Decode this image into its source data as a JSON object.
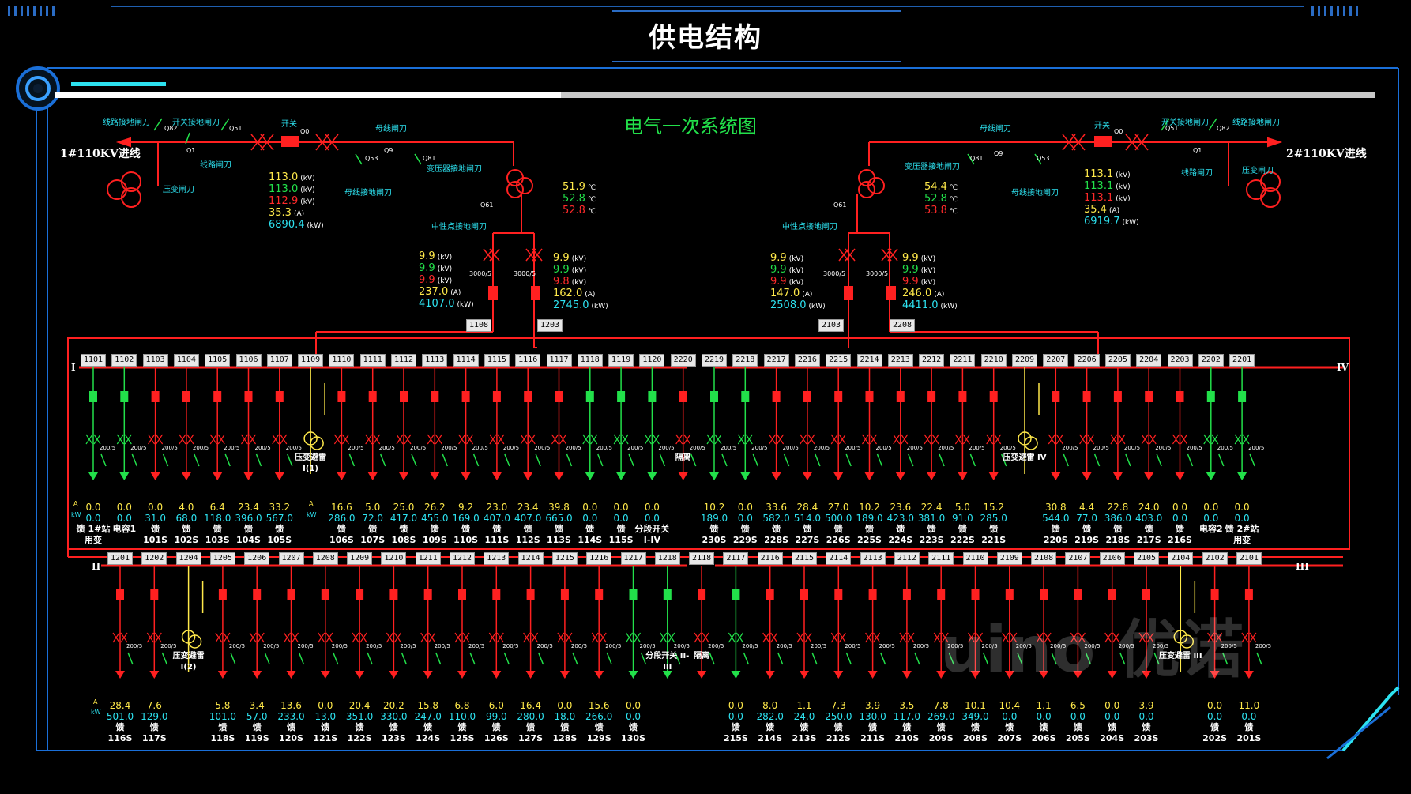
{
  "header": {
    "title": "供电结构",
    "diagram_title": "电气一次系统图"
  },
  "incoming": [
    {
      "name": "1#110KV进线",
      "labels": [
        "线路接地闸刀",
        "开关接地闸刀",
        "开关",
        "母线闸刀",
        "线路闸刀",
        "压变闸刀",
        "母线接地闸刀",
        "变压器接地闸刀",
        "中性点接地闸刀"
      ],
      "codes": [
        "Q82",
        "Q51",
        "Q0",
        "Q1",
        "Q9",
        "Q53",
        "Q81",
        "Q61"
      ],
      "readings_hv": [
        {
          "v": "113.0",
          "u": "(kV)",
          "c": "#ffe94a"
        },
        {
          "v": "113.0",
          "u": "(kV)",
          "c": "#22e04a"
        },
        {
          "v": "112.9",
          "u": "(kV)",
          "c": "#ff2a2a"
        },
        {
          "v": "35.3",
          "u": "(A)",
          "c": "#ffe94a"
        },
        {
          "v": "6890.4",
          "u": "(kW)",
          "c": "#2de2f0"
        }
      ],
      "temps": [
        {
          "v": "51.9",
          "u": "℃",
          "c": "#ffe94a"
        },
        {
          "v": "52.8",
          "u": "℃",
          "c": "#22e04a"
        },
        {
          "v": "52.8",
          "u": "℃",
          "c": "#ff2a2a"
        }
      ],
      "lv_left": [
        {
          "v": "9.9",
          "u": "(kV)",
          "c": "#ffe94a"
        },
        {
          "v": "9.9",
          "u": "(kV)",
          "c": "#22e04a"
        },
        {
          "v": "9.9",
          "u": "(kV)",
          "c": "#ff2a2a"
        },
        {
          "v": "237.0",
          "u": "(A)",
          "c": "#ffe94a"
        },
        {
          "v": "4107.0",
          "u": "(kW)",
          "c": "#2de2f0"
        }
      ],
      "lv_right": [
        {
          "v": "9.9",
          "u": "(kV)",
          "c": "#ffe94a"
        },
        {
          "v": "9.9",
          "u": "(kV)",
          "c": "#22e04a"
        },
        {
          "v": "9.8",
          "u": "(kV)",
          "c": "#ff2a2a"
        },
        {
          "v": "162.0",
          "u": "(A)",
          "c": "#ffe94a"
        },
        {
          "v": "2745.0",
          "u": "(kW)",
          "c": "#2de2f0"
        }
      ],
      "ct": "3000/5",
      "bus_ties": [
        "1108",
        "1203"
      ]
    },
    {
      "name": "2#110KV进线",
      "labels": [
        "线路接地闸刀",
        "开关接地闸刀",
        "开关",
        "母线闸刀",
        "线路闸刀",
        "压变闸刀",
        "母线接地闸刀",
        "变压器接地闸刀",
        "中性点接地闸刀"
      ],
      "codes": [
        "Q82",
        "Q51",
        "Q0",
        "Q1",
        "Q9",
        "Q53",
        "Q81",
        "Q61"
      ],
      "readings_hv": [
        {
          "v": "113.1",
          "u": "(kV)",
          "c": "#ffe94a"
        },
        {
          "v": "113.1",
          "u": "(kV)",
          "c": "#22e04a"
        },
        {
          "v": "113.1",
          "u": "(kV)",
          "c": "#ff2a2a"
        },
        {
          "v": "35.4",
          "u": "(A)",
          "c": "#ffe94a"
        },
        {
          "v": "6919.7",
          "u": "(kW)",
          "c": "#2de2f0"
        }
      ],
      "temps": [
        {
          "v": "54.4",
          "u": "℃",
          "c": "#ffe94a"
        },
        {
          "v": "52.8",
          "u": "℃",
          "c": "#22e04a"
        },
        {
          "v": "53.8",
          "u": "℃",
          "c": "#ff2a2a"
        }
      ],
      "lv_left": [
        {
          "v": "9.9",
          "u": "(kV)",
          "c": "#ffe94a"
        },
        {
          "v": "9.9",
          "u": "(kV)",
          "c": "#22e04a"
        },
        {
          "v": "9.9",
          "u": "(kV)",
          "c": "#ff2a2a"
        },
        {
          "v": "147.0",
          "u": "(A)",
          "c": "#ffe94a"
        },
        {
          "v": "2508.0",
          "u": "(kW)",
          "c": "#2de2f0"
        }
      ],
      "lv_right": [
        {
          "v": "9.9",
          "u": "(kV)",
          "c": "#ffe94a"
        },
        {
          "v": "9.9",
          "u": "(kV)",
          "c": "#22e04a"
        },
        {
          "v": "9.9",
          "u": "(kV)",
          "c": "#ff2a2a"
        },
        {
          "v": "246.0",
          "u": "(A)",
          "c": "#ffe94a"
        },
        {
          "v": "4411.0",
          "u": "(kW)",
          "c": "#2de2f0"
        }
      ],
      "ct": "3000/5",
      "bus_ties": [
        "2103",
        "2208"
      ]
    }
  ],
  "bus_labels": {
    "I": "I",
    "II": "II",
    "III": "III",
    "IV": "IV",
    "unit_a": "A",
    "unit_kw": "kW"
  },
  "top_row": [
    {
      "id": "1101",
      "a": "0.0",
      "p": "0.0",
      "name": "1#站用变",
      "c": "g"
    },
    {
      "id": "1102",
      "a": "0.0",
      "p": "0.0",
      "name": "电容1",
      "c": "g"
    },
    {
      "id": "1103",
      "a": "0.0",
      "p": "31.0",
      "name": "101S",
      "c": "r"
    },
    {
      "id": "1104",
      "a": "4.0",
      "p": "68.0",
      "name": "102S",
      "c": "r"
    },
    {
      "id": "1105",
      "a": "6.4",
      "p": "118.0",
      "name": "103S",
      "c": "r"
    },
    {
      "id": "1106",
      "a": "23.4",
      "p": "396.0",
      "name": "104S",
      "c": "r"
    },
    {
      "id": "1107",
      "a": "33.2",
      "p": "567.0",
      "name": "105S",
      "c": "r"
    },
    {
      "id": "1109",
      "a": "",
      "p": "",
      "name": "压变避雷 I(1)",
      "c": "y"
    },
    {
      "id": "1110",
      "a": "16.6",
      "p": "286.0",
      "name": "106S",
      "c": "r"
    },
    {
      "id": "1111",
      "a": "5.0",
      "p": "72.0",
      "name": "107S",
      "c": "r"
    },
    {
      "id": "1112",
      "a": "25.0",
      "p": "417.0",
      "name": "108S",
      "c": "r"
    },
    {
      "id": "1113",
      "a": "26.2",
      "p": "455.0",
      "name": "109S",
      "c": "r"
    },
    {
      "id": "1114",
      "a": "9.2",
      "p": "169.0",
      "name": "110S",
      "c": "r"
    },
    {
      "id": "1115",
      "a": "23.0",
      "p": "407.0",
      "name": "111S",
      "c": "r"
    },
    {
      "id": "1116",
      "a": "23.4",
      "p": "407.0",
      "name": "112S",
      "c": "r"
    },
    {
      "id": "1117",
      "a": "39.8",
      "p": "665.0",
      "name": "113S",
      "c": "r"
    },
    {
      "id": "1118",
      "a": "0.0",
      "p": "0.0",
      "name": "114S",
      "c": "g"
    },
    {
      "id": "1119",
      "a": "0.0",
      "p": "0.0",
      "name": "115S",
      "c": "g"
    },
    {
      "id": "1120",
      "a": "0.0",
      "p": "0.0",
      "name": "分段开关 I-IV",
      "c": "g"
    },
    {
      "id": "2220",
      "a": "",
      "p": "",
      "name": "隔离",
      "c": "r"
    },
    {
      "id": "2219",
      "a": "10.2",
      "p": "189.0",
      "name": "230S",
      "c": "g"
    },
    {
      "id": "2218",
      "a": "0.0",
      "p": "0.0",
      "name": "229S",
      "c": "g"
    },
    {
      "id": "2217",
      "a": "33.6",
      "p": "582.0",
      "name": "228S",
      "c": "r"
    },
    {
      "id": "2216",
      "a": "28.4",
      "p": "514.0",
      "name": "227S",
      "c": "r"
    },
    {
      "id": "2215",
      "a": "27.0",
      "p": "500.0",
      "name": "226S",
      "c": "r"
    },
    {
      "id": "2214",
      "a": "10.2",
      "p": "189.0",
      "name": "225S",
      "c": "r"
    },
    {
      "id": "2213",
      "a": "23.6",
      "p": "423.0",
      "name": "224S",
      "c": "r"
    },
    {
      "id": "2212",
      "a": "22.4",
      "p": "381.0",
      "name": "223S",
      "c": "r"
    },
    {
      "id": "2211",
      "a": "5.0",
      "p": "91.0",
      "name": "222S",
      "c": "r"
    },
    {
      "id": "2210",
      "a": "15.2",
      "p": "285.0",
      "name": "221S",
      "c": "r"
    },
    {
      "id": "2209",
      "a": "",
      "p": "",
      "name": "压变避雷 IV",
      "c": "y"
    },
    {
      "id": "2207",
      "a": "30.8",
      "p": "544.0",
      "name": "220S",
      "c": "r"
    },
    {
      "id": "2206",
      "a": "4.4",
      "p": "77.0",
      "name": "219S",
      "c": "r"
    },
    {
      "id": "2205",
      "a": "22.8",
      "p": "386.0",
      "name": "218S",
      "c": "r"
    },
    {
      "id": "2204",
      "a": "24.0",
      "p": "403.0",
      "name": "217S",
      "c": "r"
    },
    {
      "id": "2203",
      "a": "0.0",
      "p": "0.0",
      "name": "216S",
      "c": "r"
    },
    {
      "id": "2202",
      "a": "0.0",
      "p": "0.0",
      "name": "电容2",
      "c": "g"
    },
    {
      "id": "2201",
      "a": "0.0",
      "p": "0.0",
      "name": "2#站用变",
      "c": "g"
    }
  ],
  "bottom_row": [
    {
      "id": "1201",
      "a": "28.4",
      "p": "501.0",
      "name": "116S",
      "c": "r"
    },
    {
      "id": "1202",
      "a": "7.6",
      "p": "129.0",
      "name": "117S",
      "c": "r"
    },
    {
      "id": "1204",
      "a": "",
      "p": "",
      "name": "压变避雷 I(2)",
      "c": "y"
    },
    {
      "id": "1205",
      "a": "5.8",
      "p": "101.0",
      "name": "118S",
      "c": "r"
    },
    {
      "id": "1206",
      "a": "3.4",
      "p": "57.0",
      "name": "119S",
      "c": "r"
    },
    {
      "id": "1207",
      "a": "13.6",
      "p": "233.0",
      "name": "120S",
      "c": "r"
    },
    {
      "id": "1208",
      "a": "0.0",
      "p": "13.0",
      "name": "121S",
      "c": "r"
    },
    {
      "id": "1209",
      "a": "20.4",
      "p": "351.0",
      "name": "122S",
      "c": "r"
    },
    {
      "id": "1210",
      "a": "20.2",
      "p": "330.0",
      "name": "123S",
      "c": "r"
    },
    {
      "id": "1211",
      "a": "15.8",
      "p": "247.0",
      "name": "124S",
      "c": "r"
    },
    {
      "id": "1212",
      "a": "6.8",
      "p": "110.0",
      "name": "125S",
      "c": "r"
    },
    {
      "id": "1213",
      "a": "6.0",
      "p": "99.0",
      "name": "126S",
      "c": "r"
    },
    {
      "id": "1214",
      "a": "16.4",
      "p": "280.0",
      "name": "127S",
      "c": "r"
    },
    {
      "id": "1215",
      "a": "0.0",
      "p": "18.0",
      "name": "128S",
      "c": "r"
    },
    {
      "id": "1216",
      "a": "15.6",
      "p": "266.0",
      "name": "129S",
      "c": "r"
    },
    {
      "id": "1217",
      "a": "0.0",
      "p": "0.0",
      "name": "130S",
      "c": "g"
    },
    {
      "id": "1218",
      "a": "",
      "p": "",
      "name": "分段开关 II-III",
      "c": "g"
    },
    {
      "id": "2118",
      "a": "",
      "p": "",
      "name": "隔离",
      "c": "r"
    },
    {
      "id": "2117",
      "a": "0.0",
      "p": "0.0",
      "name": "215S",
      "c": "g"
    },
    {
      "id": "2116",
      "a": "8.0",
      "p": "282.0",
      "name": "214S",
      "c": "r"
    },
    {
      "id": "2115",
      "a": "1.1",
      "p": "24.0",
      "name": "213S",
      "c": "r"
    },
    {
      "id": "2114",
      "a": "7.3",
      "p": "250.0",
      "name": "212S",
      "c": "r"
    },
    {
      "id": "2113",
      "a": "3.9",
      "p": "130.0",
      "name": "211S",
      "c": "r"
    },
    {
      "id": "2112",
      "a": "3.5",
      "p": "117.0",
      "name": "210S",
      "c": "r"
    },
    {
      "id": "2111",
      "a": "7.8",
      "p": "269.0",
      "name": "209S",
      "c": "r"
    },
    {
      "id": "2110",
      "a": "10.1",
      "p": "349.0",
      "name": "208S",
      "c": "r"
    },
    {
      "id": "2109",
      "a": "10.4",
      "p": "0.0",
      "name": "207S",
      "c": "r"
    },
    {
      "id": "2108",
      "a": "1.1",
      "p": "0.0",
      "name": "206S",
      "c": "r"
    },
    {
      "id": "2107",
      "a": "6.5",
      "p": "0.0",
      "name": "205S",
      "c": "r"
    },
    {
      "id": "2106",
      "a": "0.0",
      "p": "0.0",
      "name": "204S",
      "c": "r"
    },
    {
      "id": "2105",
      "a": "3.9",
      "p": "0.0",
      "name": "203S",
      "c": "r"
    },
    {
      "id": "2104",
      "a": "",
      "p": "",
      "name": "压变避雷 III",
      "c": "y"
    },
    {
      "id": "2102",
      "a": "0.0",
      "p": "0.0",
      "name": "202S",
      "c": "r"
    },
    {
      "id": "2101",
      "a": "11.0",
      "p": "0.0",
      "name": "201S",
      "c": "r"
    }
  ],
  "ct_small": "200/5",
  "ct_tie": "3000/5",
  "feeder_prefix": "馈",
  "watermark": "uino 优诺",
  "colors": {
    "live": "#ff2020",
    "dead": "#22e04a",
    "accent": "#2de2f0",
    "frame": "#1a6fd8"
  }
}
